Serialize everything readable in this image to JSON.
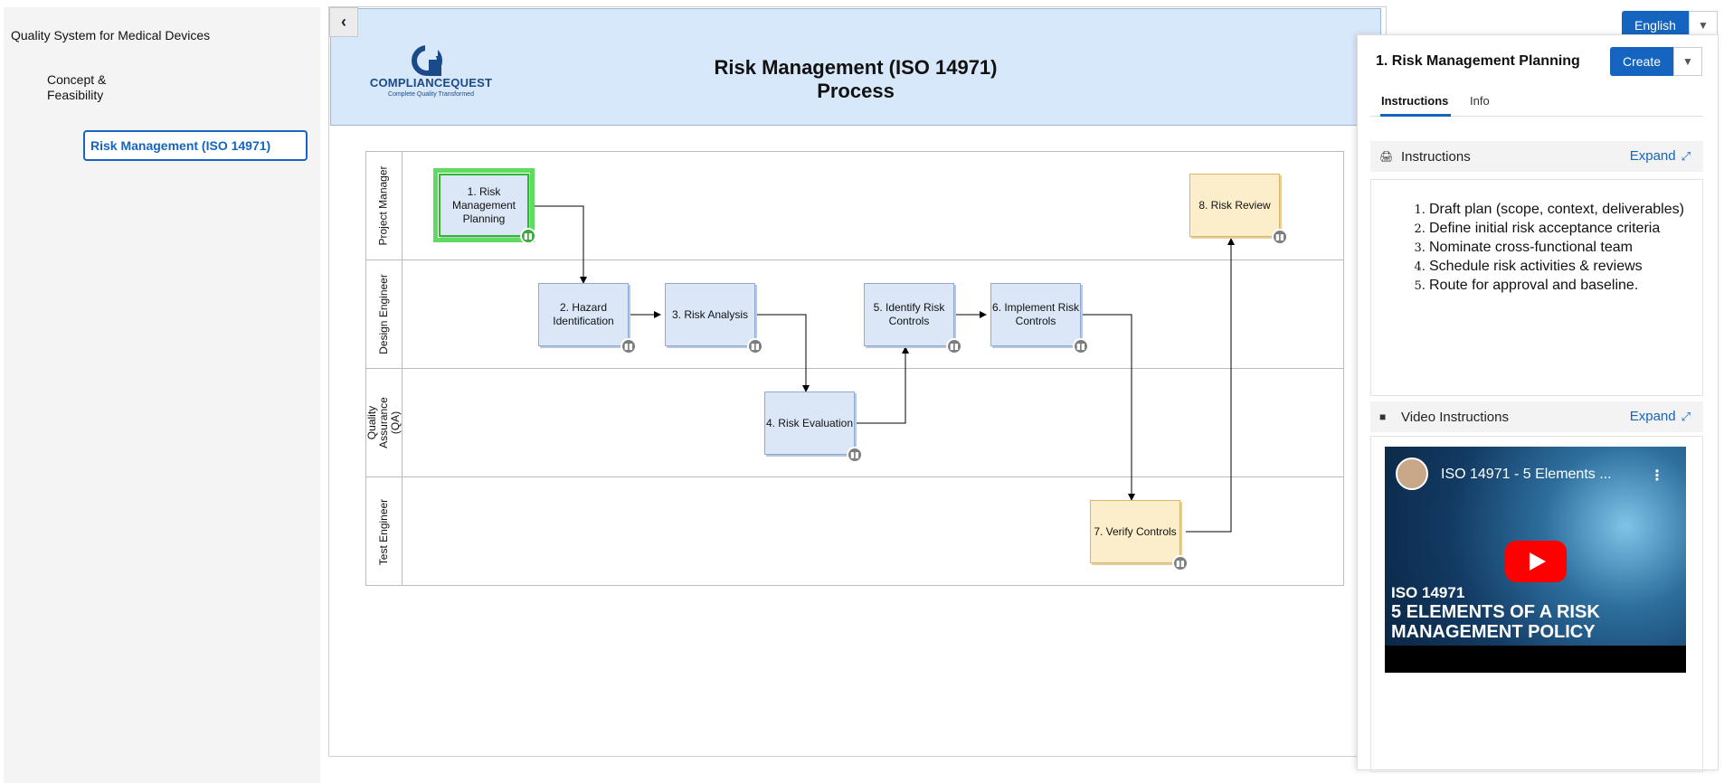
{
  "sidebar": {
    "root": "Quality System for Medical Devices",
    "child": "Concept & Feasibility",
    "active": "Risk Management (ISO 14971)"
  },
  "canvas": {
    "collapse_icon": "chevron-left-icon",
    "logo": {
      "brand_a": "COMPLIANCE",
      "brand_b": "QUEST",
      "tagline": "Complete Quality Transformed"
    },
    "title": "Risk Management (ISO 14971) Process"
  },
  "lanes": [
    "Project Manager",
    "Design Engineer",
    "Quality Assurance (QA)",
    "Test Engineer"
  ],
  "steps": [
    {
      "label": "1. Risk Management Planning",
      "lane": 0,
      "selected": true,
      "color": "blue"
    },
    {
      "label": "2. Hazard Identification",
      "lane": 1,
      "color": "blue"
    },
    {
      "label": "3. Risk Analysis",
      "lane": 1,
      "color": "blue"
    },
    {
      "label": "4. Risk Evaluation",
      "lane": 2,
      "color": "blue"
    },
    {
      "label": "5. Identify Risk Controls",
      "lane": 1,
      "color": "blue"
    },
    {
      "label": "6. Implement Risk Controls",
      "lane": 1,
      "color": "blue"
    },
    {
      "label": "7. Verify Controls",
      "lane": 3,
      "color": "orange"
    },
    {
      "label": "8. Risk Review",
      "lane": 0,
      "color": "orange"
    }
  ],
  "panel": {
    "language": "English",
    "title": "1. Risk Management Planning",
    "create_label": "Create",
    "tabs": [
      "Instructions",
      "Info"
    ],
    "instructions_header": "Instructions",
    "video_header": "Video Instructions",
    "expand_label": "Expand",
    "instructions": [
      "Draft plan (scope, context, deliverables)",
      "Define initial risk acceptance criteria",
      "Nominate cross-functional team",
      "Schedule risk activities & reviews",
      "Route for approval and baseline."
    ],
    "video": {
      "title": "ISO 14971 - 5 Elements ...",
      "caption_line1": "ISO 14971",
      "caption_line2": "5 ELEMENTS OF A RISK MANAGEMENT POLICY"
    }
  },
  "colors": {
    "accent": "#1565c0",
    "header_band": "#d8e8fb",
    "step_blue": "#dbe7f7",
    "step_orange": "#fdeecb",
    "selected_outline": "#5fdc5f"
  }
}
